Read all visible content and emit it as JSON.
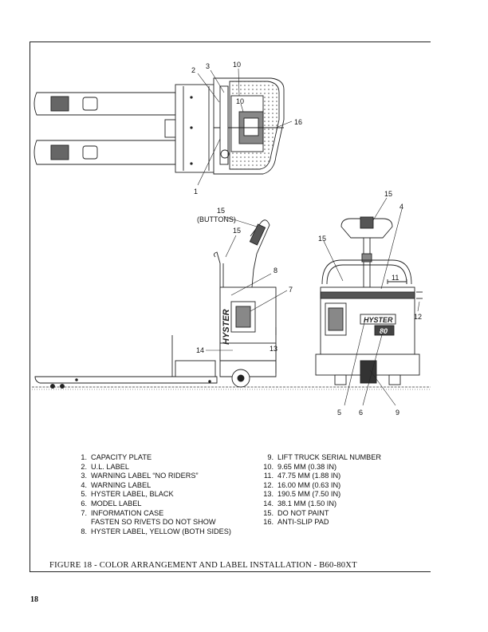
{
  "figure": {
    "caption": "FIGURE 18 - COLOR ARRANGEMENT AND LABEL INSTALLATION - B60-80XT",
    "callouts": {
      "c1": "1",
      "c2": "2",
      "c3": "3",
      "c4": "4",
      "c5": "5",
      "c6": "6",
      "c7": "7",
      "c8": "8",
      "c9": "9",
      "c10": "10",
      "c11": "11",
      "c12": "12",
      "c13": "13",
      "c14": "14",
      "c15": "15",
      "c16": "16",
      "buttons": "(BUTTONS)"
    },
    "brand_text": "HYSTER",
    "model_text": "80"
  },
  "legend": {
    "left": [
      {
        "num": "1.",
        "text": "CAPACITY PLATE"
      },
      {
        "num": "2.",
        "text": "U.L. LABEL"
      },
      {
        "num": "3.",
        "text": "WARNING LABEL “NO RIDERS”"
      },
      {
        "num": "4.",
        "text": "WARNING LABEL"
      },
      {
        "num": "5.",
        "text": "HYSTER LABEL, BLACK"
      },
      {
        "num": "6.",
        "text": "MODEL LABEL"
      },
      {
        "num": "7.",
        "text": "INFORMATION CASE"
      },
      {
        "num": "",
        "text": "FASTEN SO RIVETS DO NOT SHOW"
      },
      {
        "num": "8.",
        "text": "HYSTER LABEL, YELLOW (BOTH SIDES)"
      }
    ],
    "right": [
      {
        "num": "9.",
        "text": "LIFT TRUCK SERIAL NUMBER"
      },
      {
        "num": "10.",
        "text": "9.65 MM (0.38 IN)"
      },
      {
        "num": "11.",
        "text": "47.75 MM (1.88 IN)"
      },
      {
        "num": "12.",
        "text": "16.00 MM (0.63 IN)"
      },
      {
        "num": "13.",
        "text": "190.5 MM (7.50 IN)"
      },
      {
        "num": "14.",
        "text": "38.1 MM (1.50 IN)"
      },
      {
        "num": "15.",
        "text": "DO NOT PAINT"
      },
      {
        "num": "16.",
        "text": "ANTI-SLIP PAD"
      }
    ]
  },
  "page": {
    "number": "18"
  }
}
